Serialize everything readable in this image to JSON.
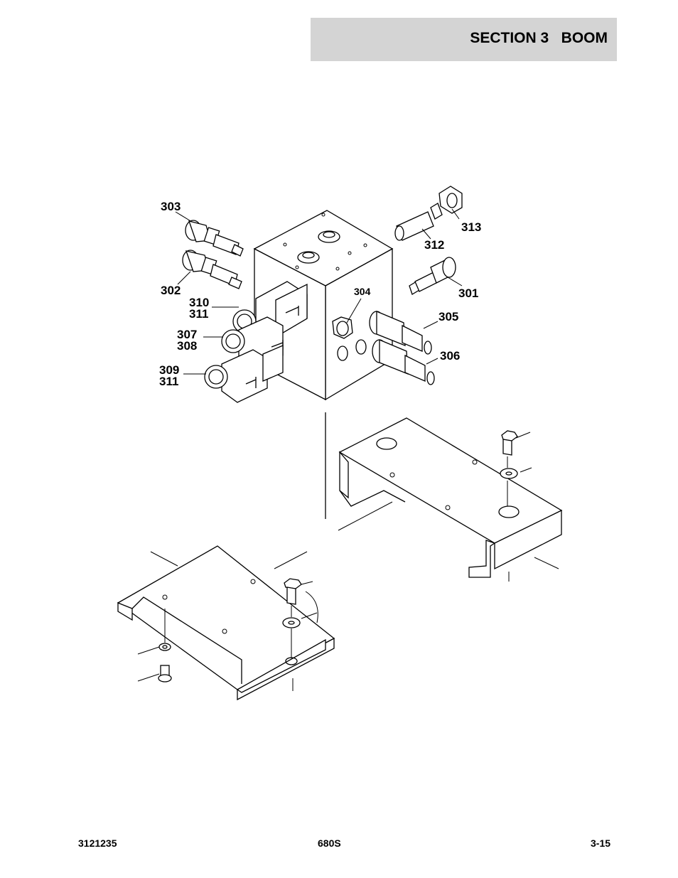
{
  "header": {
    "section_title": "SECTION 3   BOOM"
  },
  "callouts": {
    "c301": "301",
    "c302": "302",
    "c303": "303",
    "c304": "304",
    "c305": "305",
    "c306": "306",
    "c307": "307",
    "c308": "308",
    "c309": "309",
    "c310": "310",
    "c311a": "311",
    "c311b": "311",
    "c312": "312",
    "c313": "313"
  },
  "footer": {
    "doc_number": "3121235",
    "model": "680S",
    "page": "3-15"
  }
}
